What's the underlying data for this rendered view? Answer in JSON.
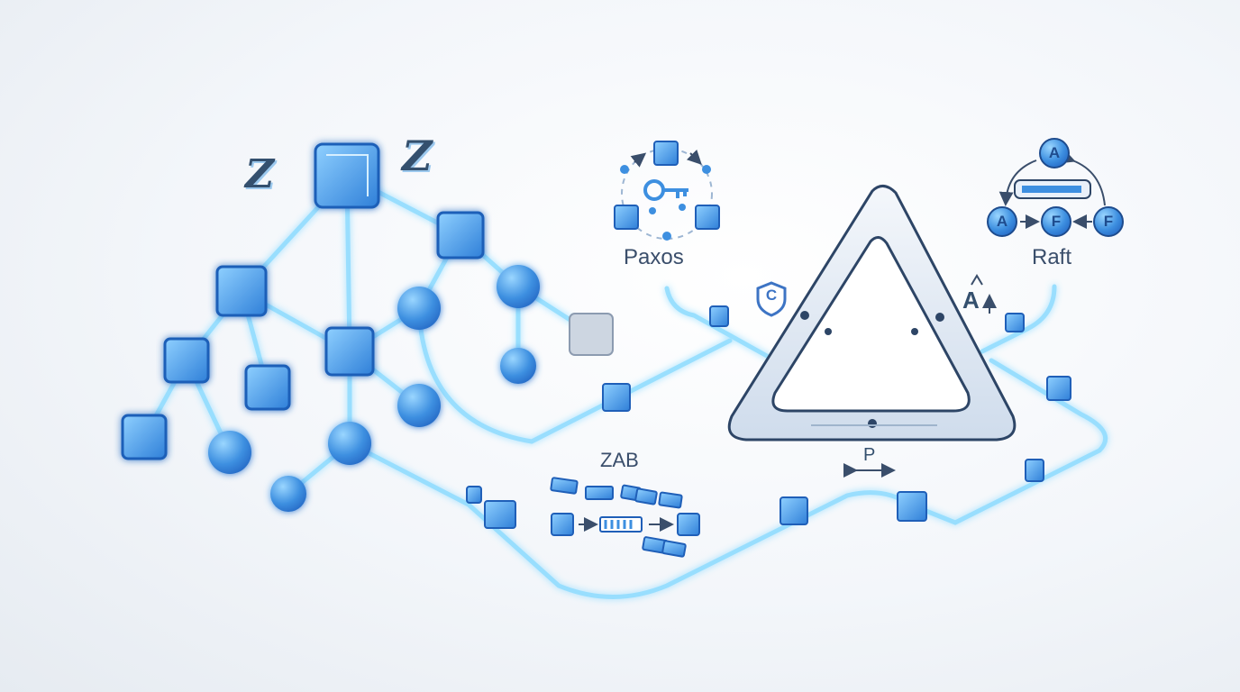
{
  "labels": {
    "paxos": "Paxos",
    "raft": "Raft",
    "zab": "ZAB",
    "z_left": "Z",
    "z_right": "Z",
    "availability": "A",
    "partition": "P",
    "consistency": "C"
  },
  "raft_nodes": {
    "top": "A",
    "left": "A",
    "middle": "F",
    "right": "F"
  },
  "colors": {
    "accent": "#3d8fe0",
    "glow": "#8fdcff",
    "triangle_stroke": "#2d4566",
    "text": "#3a4e6b"
  },
  "icons": [
    "key-icon",
    "shield-icon",
    "log-entry-icon",
    "message-packet-icon",
    "node-cube-icon"
  ]
}
